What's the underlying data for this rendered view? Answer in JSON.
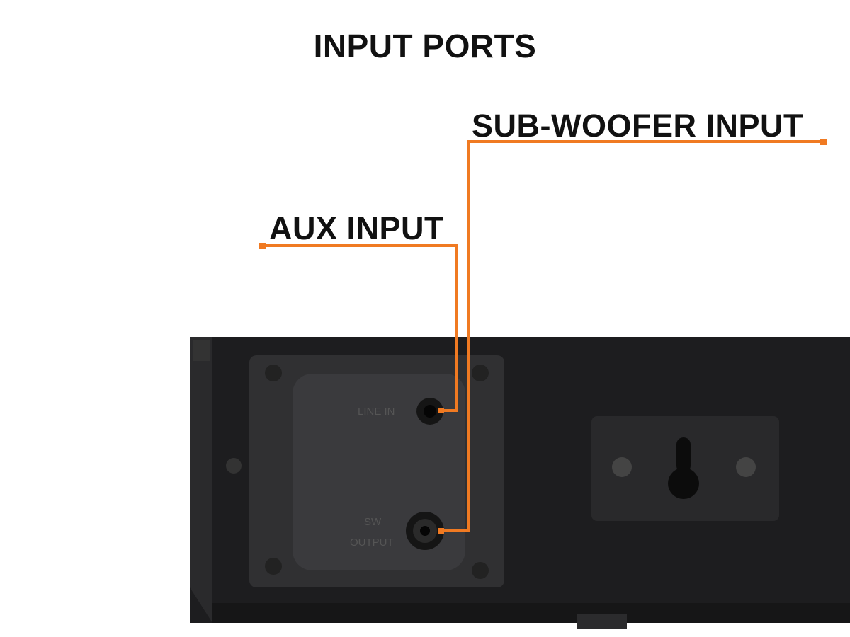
{
  "title": "INPUT PORTS",
  "callouts": {
    "subwoofer": "SUB-WOOFER INPUT",
    "aux": "AUX INPUT"
  },
  "port_labels": {
    "line_in": "LINE IN",
    "sw_line1": "SW",
    "sw_line2": "OUTPUT"
  },
  "colors": {
    "accent": "#f07a22",
    "device": "#1d1d1f"
  }
}
